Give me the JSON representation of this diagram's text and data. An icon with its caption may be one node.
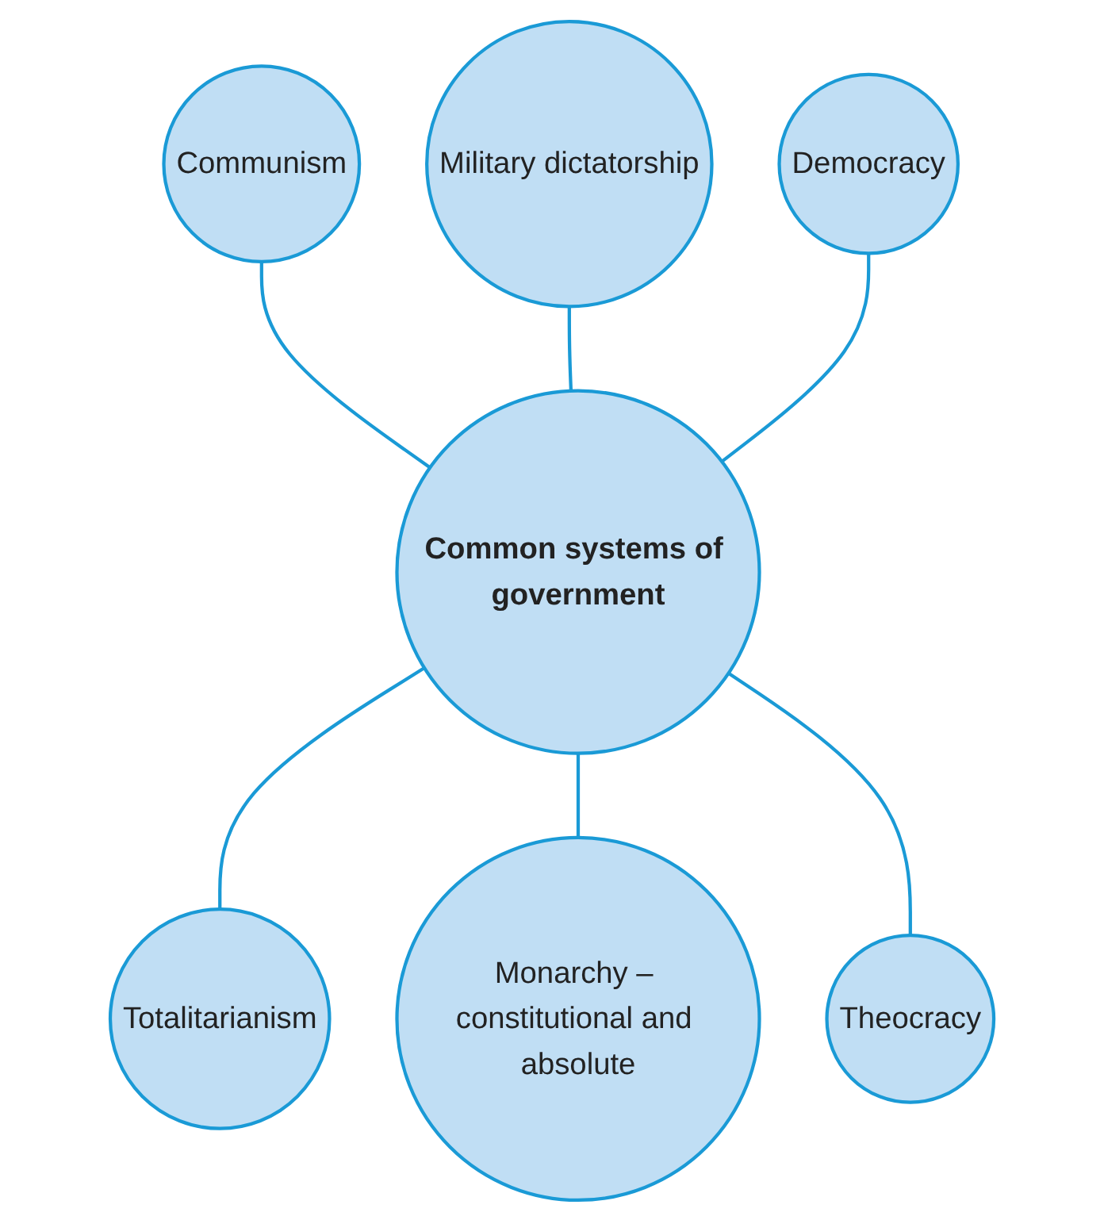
{
  "diagram": {
    "nodes": [
      {
        "text": [
          "Communism"
        ]
      },
      {
        "text": [
          "Military dictatorship"
        ]
      },
      {
        "text": [
          "Democracy"
        ]
      },
      {
        "text": [
          "Common systems of government"
        ]
      },
      {
        "text": [
          "Totalitarianism"
        ]
      },
      {
        "text": [
          "Monarchy – constitutional and absolute"
        ]
      },
      {
        "text": [
          "Theocracy"
        ]
      }
    ],
    "edges": [
      {
        "from": 0,
        "to": 3,
        "arrow": "none"
      },
      {
        "from": 1,
        "to": 3,
        "arrow": "none"
      },
      {
        "from": 2,
        "to": 3,
        "arrow": "none"
      },
      {
        "from": 3,
        "to": 4,
        "arrow": "none"
      },
      {
        "from": 3,
        "to": 5,
        "arrow": "none"
      },
      {
        "from": 3,
        "to": 6,
        "arrow": "none"
      }
    ]
  }
}
